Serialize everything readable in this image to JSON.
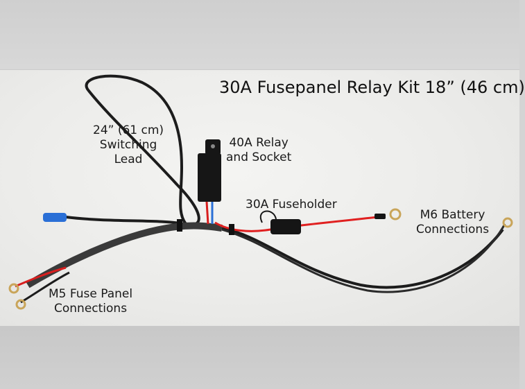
{
  "photo": {
    "title": "30A Fusepanel Relay Kit 18” (46 cm)",
    "labels": {
      "switching_lead": [
        "24” (61 cm)",
        "Switching",
        "Lead"
      ],
      "relay": [
        "40A Relay",
        "and Socket"
      ],
      "fuseholder": "30A Fuseholder",
      "battery": [
        "M6 Battery",
        "Connections"
      ],
      "fuse_panel": [
        "M5 Fuse Panel",
        "Connections"
      ]
    }
  },
  "colors": {
    "background_band": "#cbcbcb",
    "photo_background": "#ececea",
    "wire_black": "#1c1c1c",
    "wire_red": "#e02020",
    "connector_blue": "#2a6fd6",
    "terminal_gold": "#c9a55a"
  }
}
